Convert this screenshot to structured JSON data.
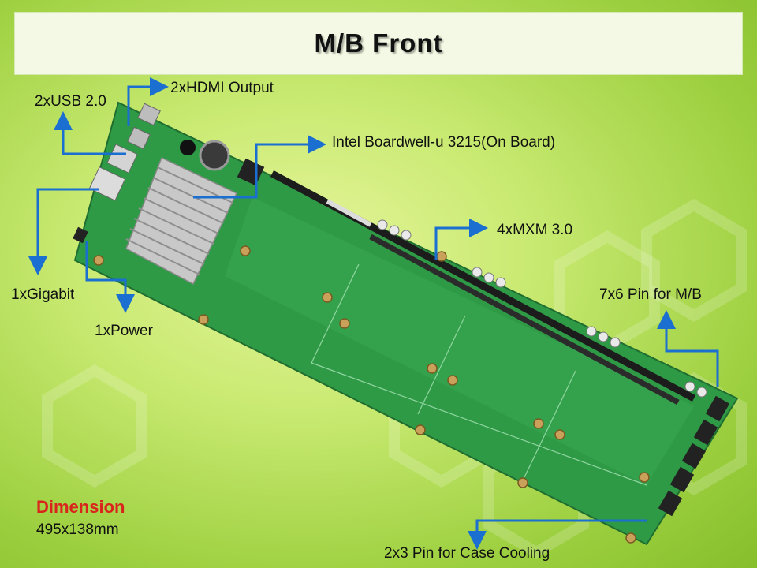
{
  "slide": {
    "title": "M/B Front"
  },
  "labels": {
    "usb": "2xUSB 2.0",
    "hdmi": "2xHDMI Output",
    "cpu": "Intel Boardwell-u 3215(On Board)",
    "mxm": "4xMXM 3.0",
    "gigabit": "1xGigabit",
    "power": "1xPower",
    "pin7x6": "7x6 Pin for M/B",
    "pin2x3": "2x3 Pin for Case Cooling"
  },
  "dimension": {
    "title": "Dimension",
    "value": "495x138mm"
  },
  "colors": {
    "arrow": "#1a6fd0",
    "dimension_title": "#d9251c",
    "pcb": "#2f9a46"
  }
}
